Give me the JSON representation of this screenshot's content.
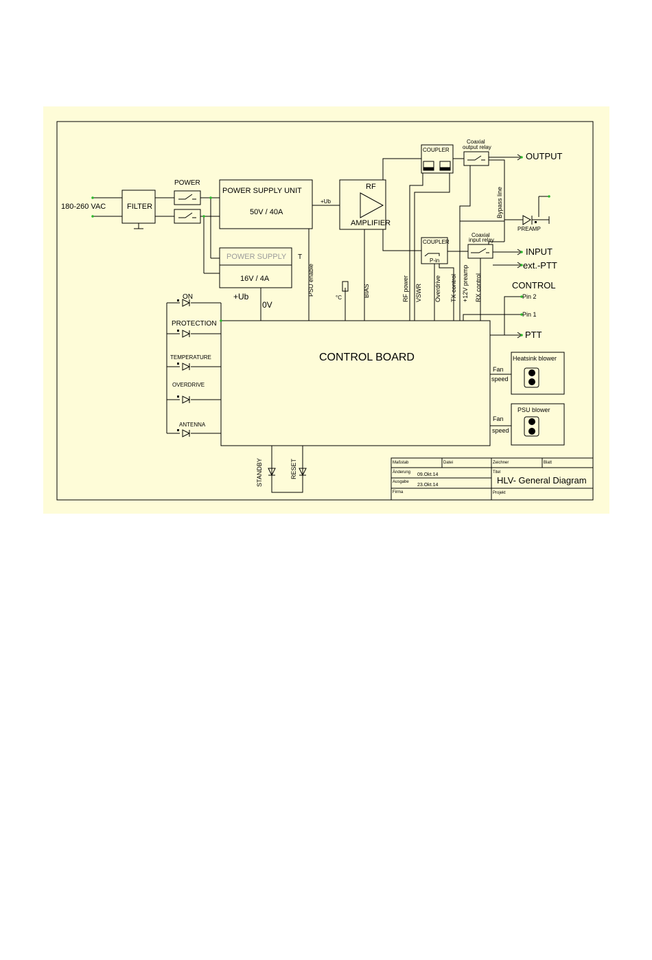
{
  "diagram": {
    "input_voltage": "180-260 VAC",
    "filter": "FILTER",
    "power": "POWER",
    "psu_title": "POWER SUPPLY UNIT",
    "psu_rating": "50V / 40A",
    "ub_label": "+Ub",
    "ps2_title": "POWER SUPPLY",
    "ps2_rating": "16V / 4A",
    "ps2_t": "T",
    "rf": "RF",
    "amplifier": "AMPLIFIER",
    "coupler_top": "COUPLER",
    "coupler_bottom": "COUPLER",
    "pin_label": "P-in",
    "coax_out_1": "Coaxial",
    "coax_out_2": "output relay",
    "coax_in_1": "Coaxial",
    "coax_in_2": "input relay",
    "output": "OUTPUT",
    "bypass": "Bypass line",
    "preamp": "PREAMP",
    "input": "INPUT",
    "ext_ptt": "ext.-PTT",
    "control": "CONTROL",
    "pin2": "Pin 2",
    "pin1": "Pin 1",
    "ptt": "PTT",
    "plus_ub": "+Ub",
    "zero_v": "0V",
    "psu_enable": "PSU enable",
    "temp_unit": "°C",
    "bias": "BIAS",
    "rf_power": "RF power",
    "vswr": "VSWR",
    "overdrive_sig": "Overdrive",
    "tx_control": "TX control",
    "preamp_12v": "+12V preamp",
    "rx_control": "RX control",
    "control_board": "CONTROL BOARD",
    "led_on": "ON",
    "led_protection": "PROTECTION",
    "led_temperature": "TEMPERATURE",
    "led_overdrive": "OVERDRIVE",
    "led_antenna": "ANTENNA",
    "standby": "STANDBY",
    "reset": "RESET",
    "fan": "Fan",
    "speed": "speed",
    "heatsink_blower": "Heatsink blower",
    "psu_blower": "PSU blower"
  },
  "title_block": {
    "massstab": "Maßstab",
    "datei": "Datei",
    "zeichner": "Zeichner",
    "blatt": "Blatt",
    "aenderung": "Änderung",
    "aenderung_date": "09.Okt.14",
    "ausgabe": "Ausgabe",
    "ausgabe_date": "23.Okt.14",
    "firma": "Firma",
    "titel": "Titel",
    "title": "HLV- General Diagram",
    "projekt": "Projekt"
  },
  "colors": {
    "background": "#fefcd8",
    "line": "#000000",
    "node": "#2db82d",
    "lightbox": "#9a9a9a"
  }
}
